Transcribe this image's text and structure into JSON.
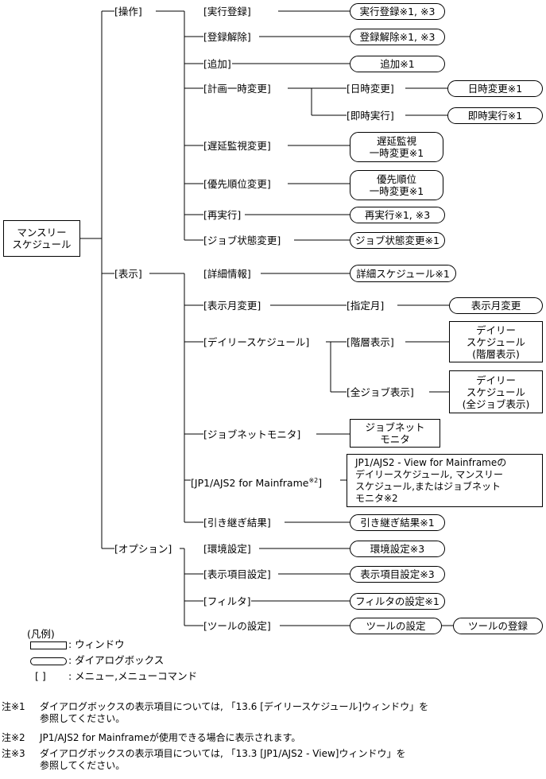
{
  "root": "マンスリー\nスケジュール",
  "menus": {
    "m1": "[操作]",
    "m2": "[表示]",
    "m3": "[オプション]"
  },
  "items": {
    "op1": "[実行登録]",
    "op2": "[登録解除]",
    "op3": "[追加]",
    "op4": "[計画一時変更]",
    "op4a": "[日時変更]",
    "op4b": "[即時実行]",
    "op5": "[遅延監視変更]",
    "op6": "[優先順位変更]",
    "op7": "[再実行]",
    "op8": "[ジョブ状態変更]",
    "v1": "[詳細情報]",
    "v2": "[表示月変更]",
    "v2a": "[指定月]",
    "v3": "[デイリースケジュール]",
    "v3a": "[階層表示]",
    "v3b": "[全ジョブ表示]",
    "v4": "[ジョブネットモニタ]",
    "v5": "[JP1/AJS2 for Mainframe",
    "v5sup": "※2",
    "v5end": "]",
    "v6": "[引き継ぎ結果]",
    "o1": "[環境設定]",
    "o2": "[表示項目設定]",
    "o3": "[フィルタ]",
    "o4": "[ツールの設定]"
  },
  "targets": {
    "op1": "実行登録※1, ※3",
    "op2": "登録解除※1, ※3",
    "op3": "追加※1",
    "op4a": "日時変更※1",
    "op4b": "即時実行※1",
    "op5": "遅延監視\n一時変更※1",
    "op6": "優先順位\n一時変更※1",
    "op7": "再実行※1, ※3",
    "op8": "ジョブ状態変更※1",
    "v1": "詳細スケジュール※1",
    "v2a": "表示月変更",
    "v3a": "デイリー\nスケジュール\n(階層表示)",
    "v3b": "デイリー\nスケジュール\n(全ジョブ表示)",
    "v4": "ジョブネット\nモニタ",
    "v5": "JP1/AJS2 - View for Mainframeの\nデイリースケジュール, マンスリー\nスケジュール,またはジョブネット\nモニタ※2",
    "v6": "引き継ぎ結果※1",
    "o1": "環境設定※3",
    "o2": "表示項目設定※3",
    "o3": "フィルタの設定※1",
    "o4": "ツールの設定",
    "o4b": "ツールの登録"
  },
  "legend": {
    "title": "(凡例)",
    "window": ": ウィンドウ",
    "dialog": ": ダイアログボックス",
    "menu_symbol": "[   ]",
    "menu": ": メニュー,メニューコマンド"
  },
  "notes": {
    "n1_label": "注※1",
    "n1_text": "ダイアログボックスの表示項目については, 「13.6 [デイリースケジュール]ウィンドウ」を\n参照してください。",
    "n2_label": "注※2",
    "n2_text": "JP1/AJS2 for Mainframeが使用できる場合に表示されます。",
    "n3_label": "注※3",
    "n3_text": "ダイアログボックスの表示項目については, 「13.3 [JP1/AJS2 - View]ウィンドウ」を\n参照してください。"
  }
}
